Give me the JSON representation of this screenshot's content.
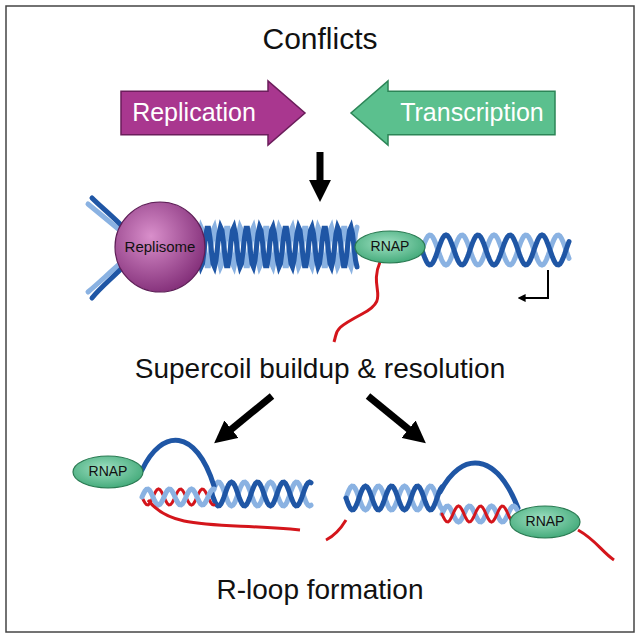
{
  "diagram": {
    "title": "Conflicts",
    "nodes": [
      {
        "text": [
          "Replication"
        ]
      },
      {
        "text": [
          "Transcription"
        ]
      },
      {
        "text": [
          "Replisome"
        ]
      },
      {
        "text": [
          "RNAP"
        ]
      },
      {
        "text": [
          "RNAP"
        ]
      },
      {
        "text": [
          "RNAP"
        ]
      }
    ],
    "labels": [
      "Supercoil buildup & resolution",
      "R-loop formation"
    ]
  }
}
